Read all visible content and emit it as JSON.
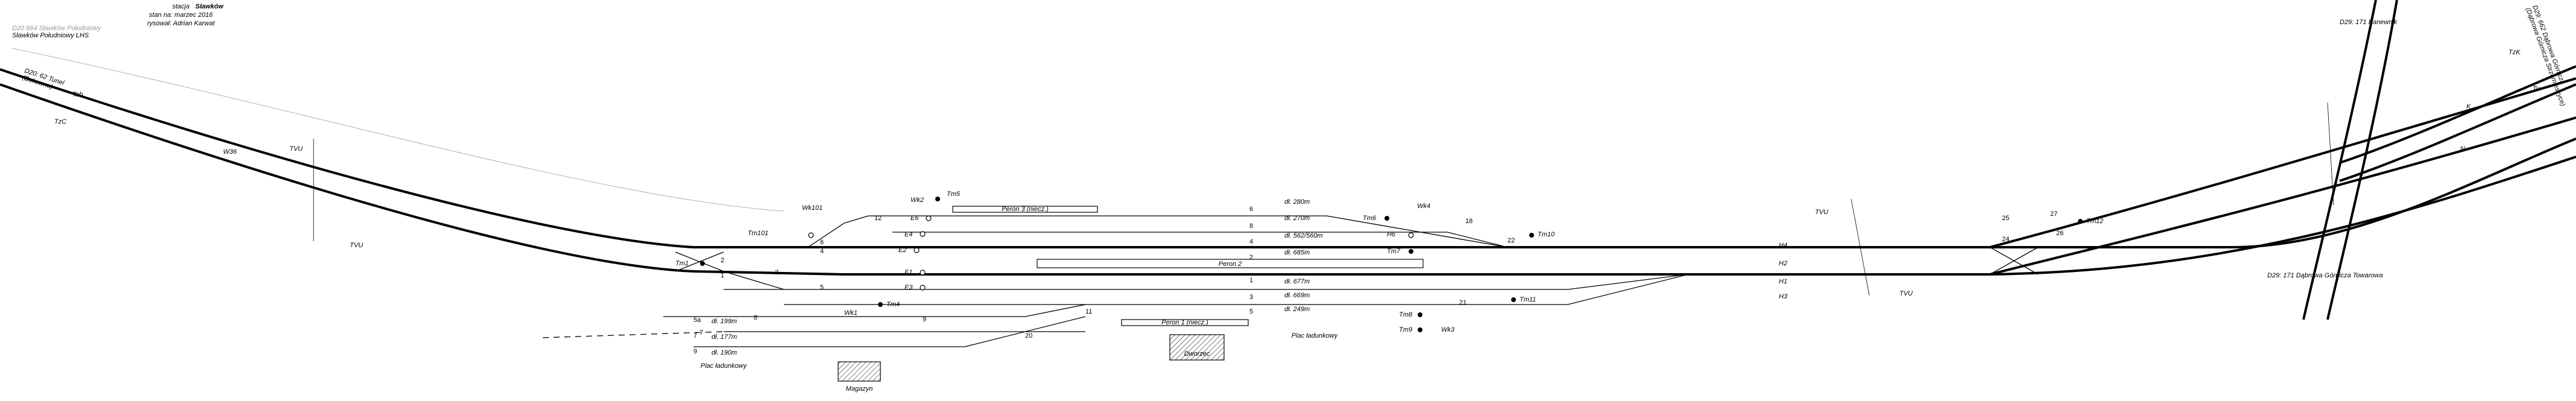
{
  "header": {
    "station_line": "stacja",
    "station_name": "Sławków",
    "state_line": "stan na: marzec 2016",
    "author_line": "rysował: Adrian Karwat"
  },
  "lines": {
    "top_left_gray": "D20 864 Sławków Południowy",
    "top_left_black": "Sławków Południowy LHS",
    "upper_right_a": "D29: 171 Panewnik",
    "lower_right": "D29: 171 Dąbrowa Górnicza Towarowa",
    "far_right_rot": "D29: 662 Dąbrowa Górnicza",
    "far_right_rot2": "(Dąbrowa Górnicza Strzemieszyce)"
  },
  "left_lines": {
    "l1": "D20: 62 Tunel",
    "l2": "(Bukowno)",
    "signal_b": "Tsb",
    "signal_c": "TzC"
  },
  "platforms": {
    "p3": "Peron 3 (niecz.)",
    "p2": "Peron 2",
    "p1": "Peron 1 (niecz.)"
  },
  "yards": {
    "left": "Plac ładunkowy",
    "right": "Plac ładunkowy",
    "warehouse": "Magazyn",
    "signal_box": "Dworzec"
  },
  "tracks": [
    {
      "num": "6",
      "len": "dł. 280m"
    },
    {
      "num": "8",
      "len": "dł. 270m"
    },
    {
      "num": "4",
      "len": "dł. 562/560m"
    },
    {
      "num": "2",
      "len": "dł. 685m"
    },
    {
      "num": "1",
      "len": "dł. 677m"
    },
    {
      "num": "3",
      "len": "dł. 669m"
    },
    {
      "num": "5",
      "len": "dł. 249m"
    },
    {
      "num": "5a",
      "len": "dł. 199m"
    },
    {
      "num": "7",
      "len": "dł. 177m"
    },
    {
      "num": "9",
      "len": "dł. 190m"
    }
  ],
  "signals": {
    "w36": "W36",
    "wk101": "Wk101",
    "tm101": "Tm101",
    "wk2": "Wk2",
    "tm5": "Tm5",
    "e6": "E6",
    "e4": "E4",
    "e2": "E2",
    "e1": "E1",
    "e3": "E3",
    "tm1": "Tm1",
    "wk1": "Wk1",
    "tm4": "Tm4",
    "wk4": "Wk4",
    "tm6": "Tm6",
    "h6": "H6",
    "tm7": "Tm7",
    "tm10": "Tm10",
    "tm8": "Tm8",
    "tm9": "Tm9",
    "tm11": "Tm11",
    "wk3": "Wk3",
    "h4": "H4",
    "h2": "H2",
    "h1": "H1",
    "h3": "H3",
    "tm12": "Tm12",
    "tvu": "TVU",
    "tzk": "TzK",
    "tu": "Tu",
    "k": "K",
    "n": "N"
  },
  "switches": {
    "s1": "1",
    "s2": "2",
    "s3": "3",
    "s4": "4",
    "s5": "5",
    "s6": "6",
    "s7": "7",
    "s8": "8",
    "s9": "9",
    "s11": "11",
    "s12": "12",
    "s18": "18",
    "s20": "20",
    "s21": "21",
    "s22": "22",
    "s24": "24",
    "s25": "25",
    "s26": "26",
    "s27": "27"
  }
}
